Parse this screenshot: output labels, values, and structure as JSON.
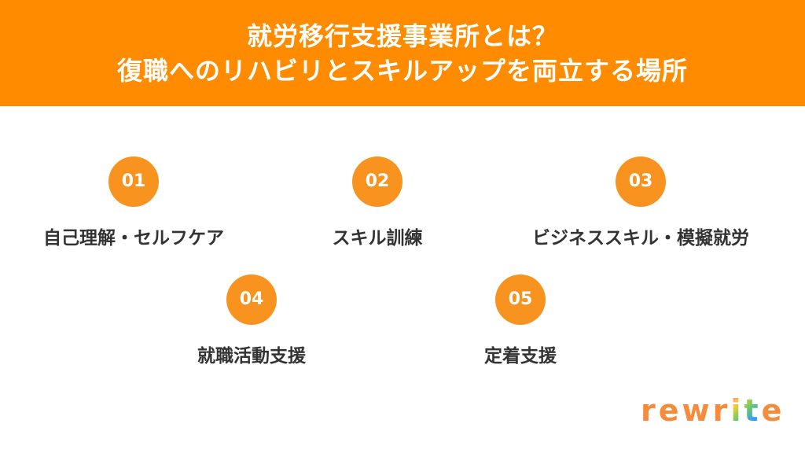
{
  "header": {
    "title_line1": "就労移行支援事業所とは？",
    "title_line2": "復職へのリハビリとスキルアップを両立する場所"
  },
  "items": [
    {
      "number": "01",
      "label": "自己理解・セルフケア"
    },
    {
      "number": "02",
      "label": "スキル訓練"
    },
    {
      "number": "03",
      "label": "ビジネススキル・模擬就労"
    },
    {
      "number": "04",
      "label": "就職活動支援"
    },
    {
      "number": "05",
      "label": "定着支援"
    }
  ],
  "logo": {
    "text_a": "rewr",
    "text_b": "it",
    "text_c": "e"
  },
  "colors": {
    "header": "#FF8C00",
    "circle": "#F7931E",
    "text": "#333333"
  }
}
